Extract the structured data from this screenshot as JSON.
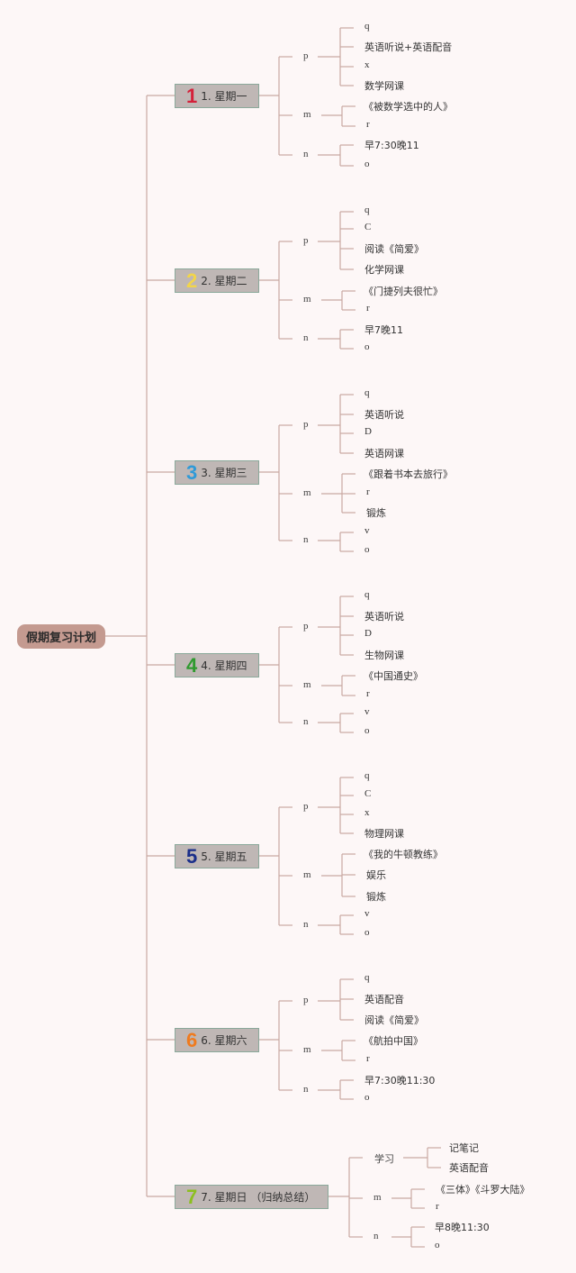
{
  "root": {
    "label": "假期复习计划"
  },
  "colors": {
    "line": "#c9a9a2",
    "root_bg": "#c49a90",
    "day_bg": "#bfb7b5",
    "day_border": "#8aa89a"
  },
  "days": [
    {
      "num": "1",
      "num_color": "#d4213a",
      "label": "1. 星期一",
      "groups": [
        {
          "label": "p",
          "items": [
            "q",
            "英语听说+英语配音",
            "x",
            "数学网课"
          ]
        },
        {
          "label": "m",
          "items": [
            "《被数学选中的人》",
            "r"
          ]
        },
        {
          "label": "n",
          "items": [
            "早7:30晚11",
            "o"
          ]
        }
      ]
    },
    {
      "num": "2",
      "num_color": "#f2d54a",
      "label": "2. 星期二",
      "groups": [
        {
          "label": "p",
          "items": [
            "q",
            "C",
            "阅读《简爱》",
            "化学网课"
          ]
        },
        {
          "label": "m",
          "items": [
            "《门捷列夫很忙》",
            "r"
          ]
        },
        {
          "label": "n",
          "items": [
            "早7晚11",
            "o"
          ]
        }
      ]
    },
    {
      "num": "3",
      "num_color": "#2f9ad8",
      "label": "3. 星期三",
      "groups": [
        {
          "label": "p",
          "items": [
            "q",
            "英语听说",
            "D",
            "英语网课"
          ]
        },
        {
          "label": "m",
          "items": [
            "《跟着书本去旅行》",
            "r",
            "锻炼"
          ]
        },
        {
          "label": "n",
          "items": [
            "v",
            "o"
          ]
        }
      ]
    },
    {
      "num": "4",
      "num_color": "#2f9a2f",
      "label": "4. 星期四",
      "groups": [
        {
          "label": "p",
          "items": [
            "q",
            "英语听说",
            "D",
            "生物网课"
          ]
        },
        {
          "label": "m",
          "items": [
            "《中国通史》",
            "r"
          ]
        },
        {
          "label": "n",
          "items": [
            "v",
            "o"
          ]
        }
      ]
    },
    {
      "num": "5",
      "num_color": "#1b2f8a",
      "label": "5. 星期五",
      "groups": [
        {
          "label": "p",
          "items": [
            "q",
            "C",
            "x",
            "物理网课"
          ]
        },
        {
          "label": "m",
          "items": [
            "《我的牛顿教练》",
            "娱乐",
            "锻炼"
          ]
        },
        {
          "label": "n",
          "items": [
            "v",
            "o"
          ]
        }
      ]
    },
    {
      "num": "6",
      "num_color": "#ef7b1f",
      "label": "6. 星期六",
      "groups": [
        {
          "label": "p",
          "items": [
            "q",
            "英语配音",
            "阅读《简爱》"
          ]
        },
        {
          "label": "m",
          "items": [
            "《航拍中国》",
            "r"
          ]
        },
        {
          "label": "n",
          "items": [
            "早7:30晚11:30",
            "o"
          ]
        }
      ]
    },
    {
      "num": "7",
      "num_color": "#8cbf1f",
      "label": "7. 星期日 （归纳总结）",
      "groups": [
        {
          "label": "学习",
          "items": [
            "记笔记",
            "英语配音"
          ]
        },
        {
          "label": "m",
          "items": [
            "《三体》《斗罗大陆》",
            "r"
          ]
        },
        {
          "label": "n",
          "items": [
            "早8晚11:30",
            "o"
          ]
        }
      ]
    }
  ]
}
